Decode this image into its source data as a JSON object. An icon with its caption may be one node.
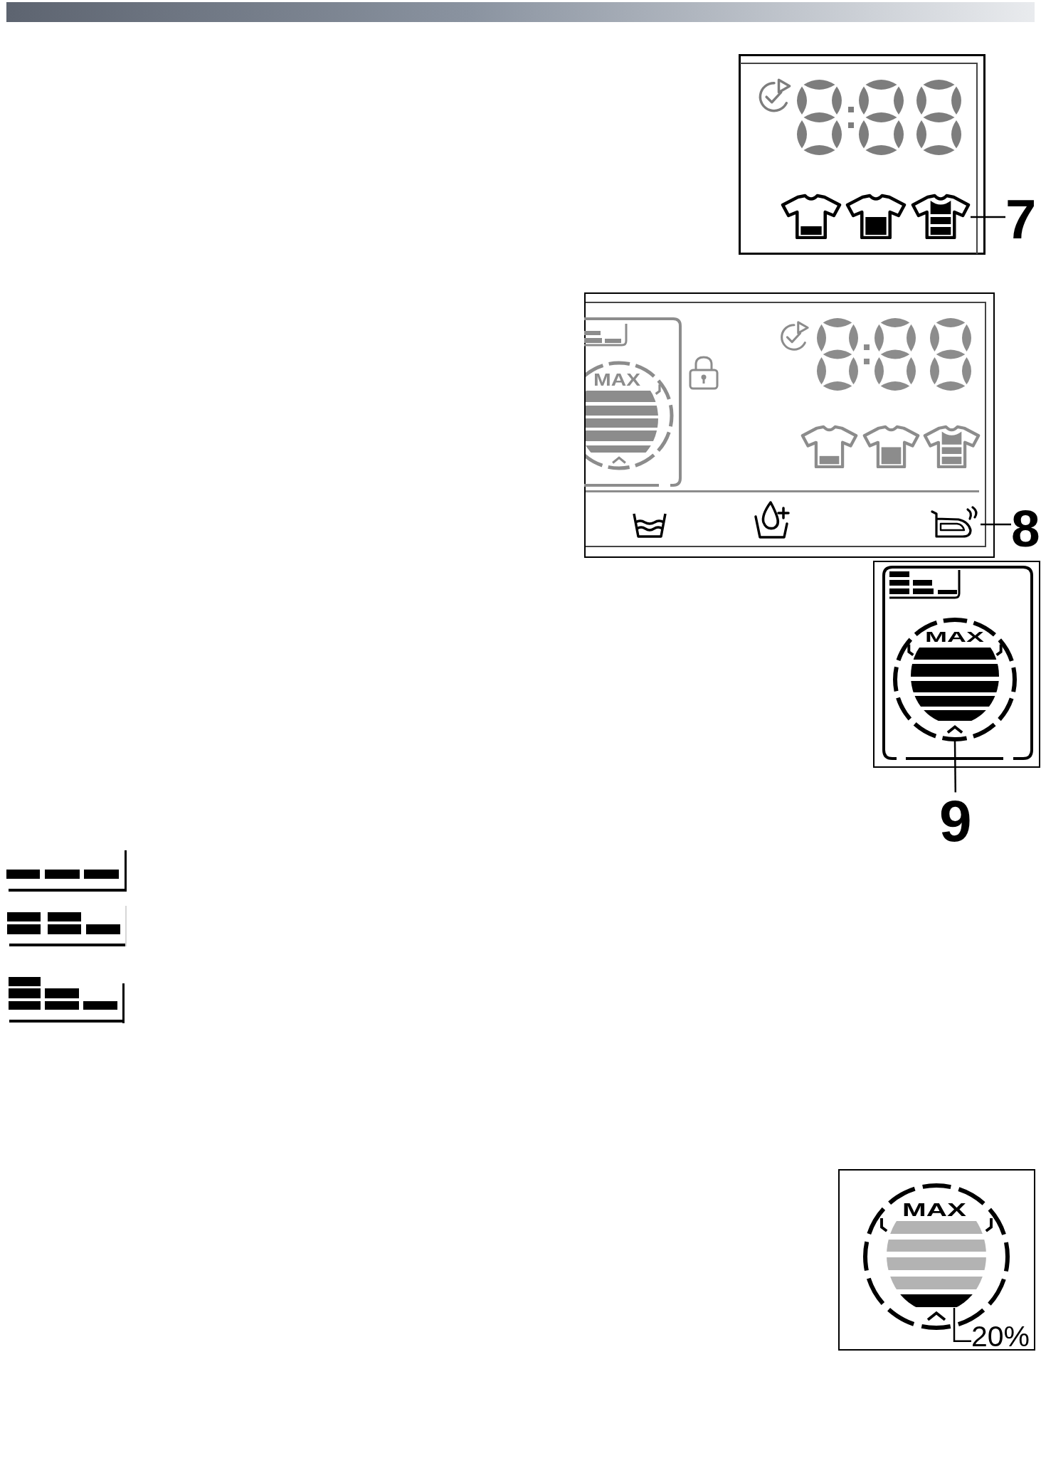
{
  "diagram": {
    "nodes": [
      {
        "text": [],
        "shape": "box"
      },
      {
        "text": [],
        "shape": "picture",
        "in": 0
      },
      {
        "text": [
          "7"
        ]
      },
      {
        "text": [],
        "shape": "box"
      },
      {
        "text": [
          "MAX"
        ],
        "in": 3
      },
      {
        "text": [],
        "shape": "picture",
        "in": 3
      },
      {
        "text": [
          "8"
        ]
      },
      {
        "text": [],
        "shape": "box"
      },
      {
        "text": [
          "MAX"
        ],
        "in": 7
      },
      {
        "text": [
          "9"
        ]
      },
      {
        "text": [],
        "shape": "box"
      },
      {
        "text": [
          "MAX"
        ],
        "in": 10
      },
      {
        "text": [],
        "shape": "bar",
        "in": 11
      },
      {
        "text": [
          "20%"
        ],
        "in": 10
      }
    ],
    "edges": [
      {
        "from": 2,
        "to": 1,
        "arrow": "none"
      },
      {
        "from": 6,
        "to": 5,
        "arrow": "none"
      },
      {
        "from": 9,
        "to": 8,
        "arrow": "none"
      },
      {
        "from": 13,
        "to": 12,
        "arrow": "none"
      }
    ]
  }
}
